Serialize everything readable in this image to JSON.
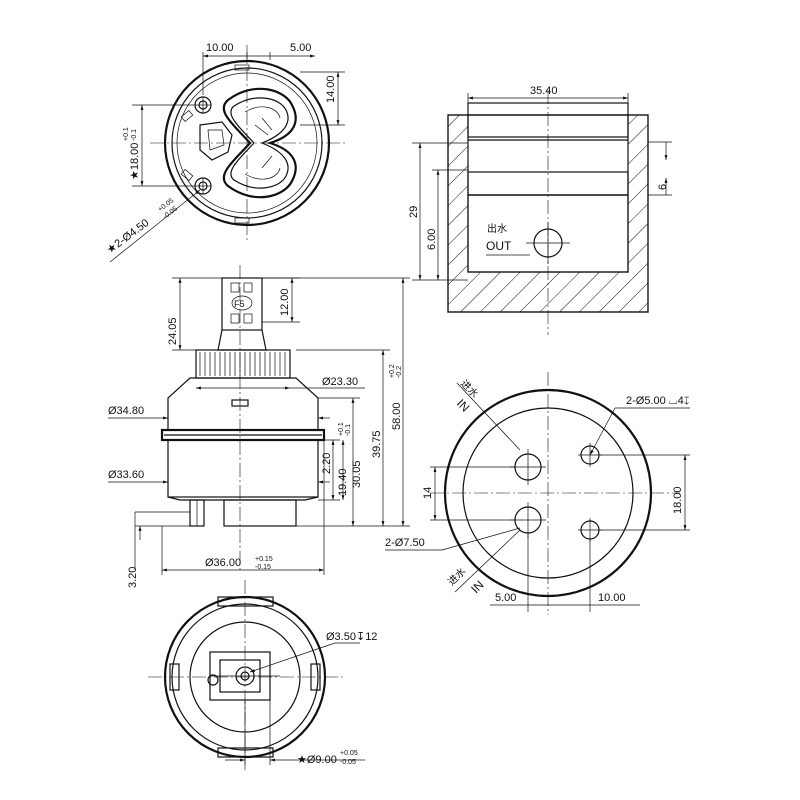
{
  "drawing": {
    "top_view": {
      "dim_width_left": "10.00",
      "dim_width_right": "5.00",
      "dim_height_top": "14.00",
      "dim_hole_spacing": "18.00",
      "dim_hole_spacing_tol_up": "+0.1",
      "dim_hole_spacing_tol_down": "-0.1",
      "dim_pin_dia": "2-Ø4.50",
      "dim_pin_tol_up": "+0.05",
      "dim_pin_tol_down": "-0.05",
      "star": "★"
    },
    "side_view": {
      "dim_stem_height": "24.05",
      "dim_stem_upper": "12.00",
      "dim_spline_dia": "Ø23.30",
      "dim_body_dia": "Ø34.80",
      "dim_seal_dia": "Ø33.60",
      "dim_base_dia": "Ø36.00",
      "dim_base_tol_up": "+0.15",
      "dim_base_tol_down": "-0.15",
      "dim_step": "2.20",
      "dim_h1": "19.40",
      "dim_h2": "30.05",
      "dim_h2_tol_up": "+0.1",
      "dim_h2_tol_down": "-0.1",
      "dim_h3": "39.75",
      "dim_total": "58.00",
      "dim_total_tol_up": "+0.2",
      "dim_total_tol_down": "-0.2",
      "dim_pin_height": "3.20",
      "stem_mark": "F5"
    },
    "section_view": {
      "dim_width": "35.40",
      "dim_depth": "29",
      "dim_offset": "6",
      "dim_outlet_height": "6.00",
      "label_cn": "出水",
      "label_en": "OUT"
    },
    "bottom_port_view": {
      "dim_small_holes": "2-Ø5.00",
      "dim_small_hole_depth": "4",
      "dim_big_holes": "2-Ø7.50",
      "dim_spacing_14": "14",
      "dim_spacing_18": "18.00",
      "dim_left_5": "5.00",
      "dim_right_10": "10.00",
      "label_in_cn": "进水",
      "label_in_en": "IN"
    },
    "bottom_view": {
      "dim_hole": "Ø3.50",
      "dim_hole_depth": "12",
      "dim_pin_dia": "Ø9.00",
      "dim_pin_tol_up": "+0.05",
      "dim_pin_tol_down": "-0.05"
    }
  }
}
